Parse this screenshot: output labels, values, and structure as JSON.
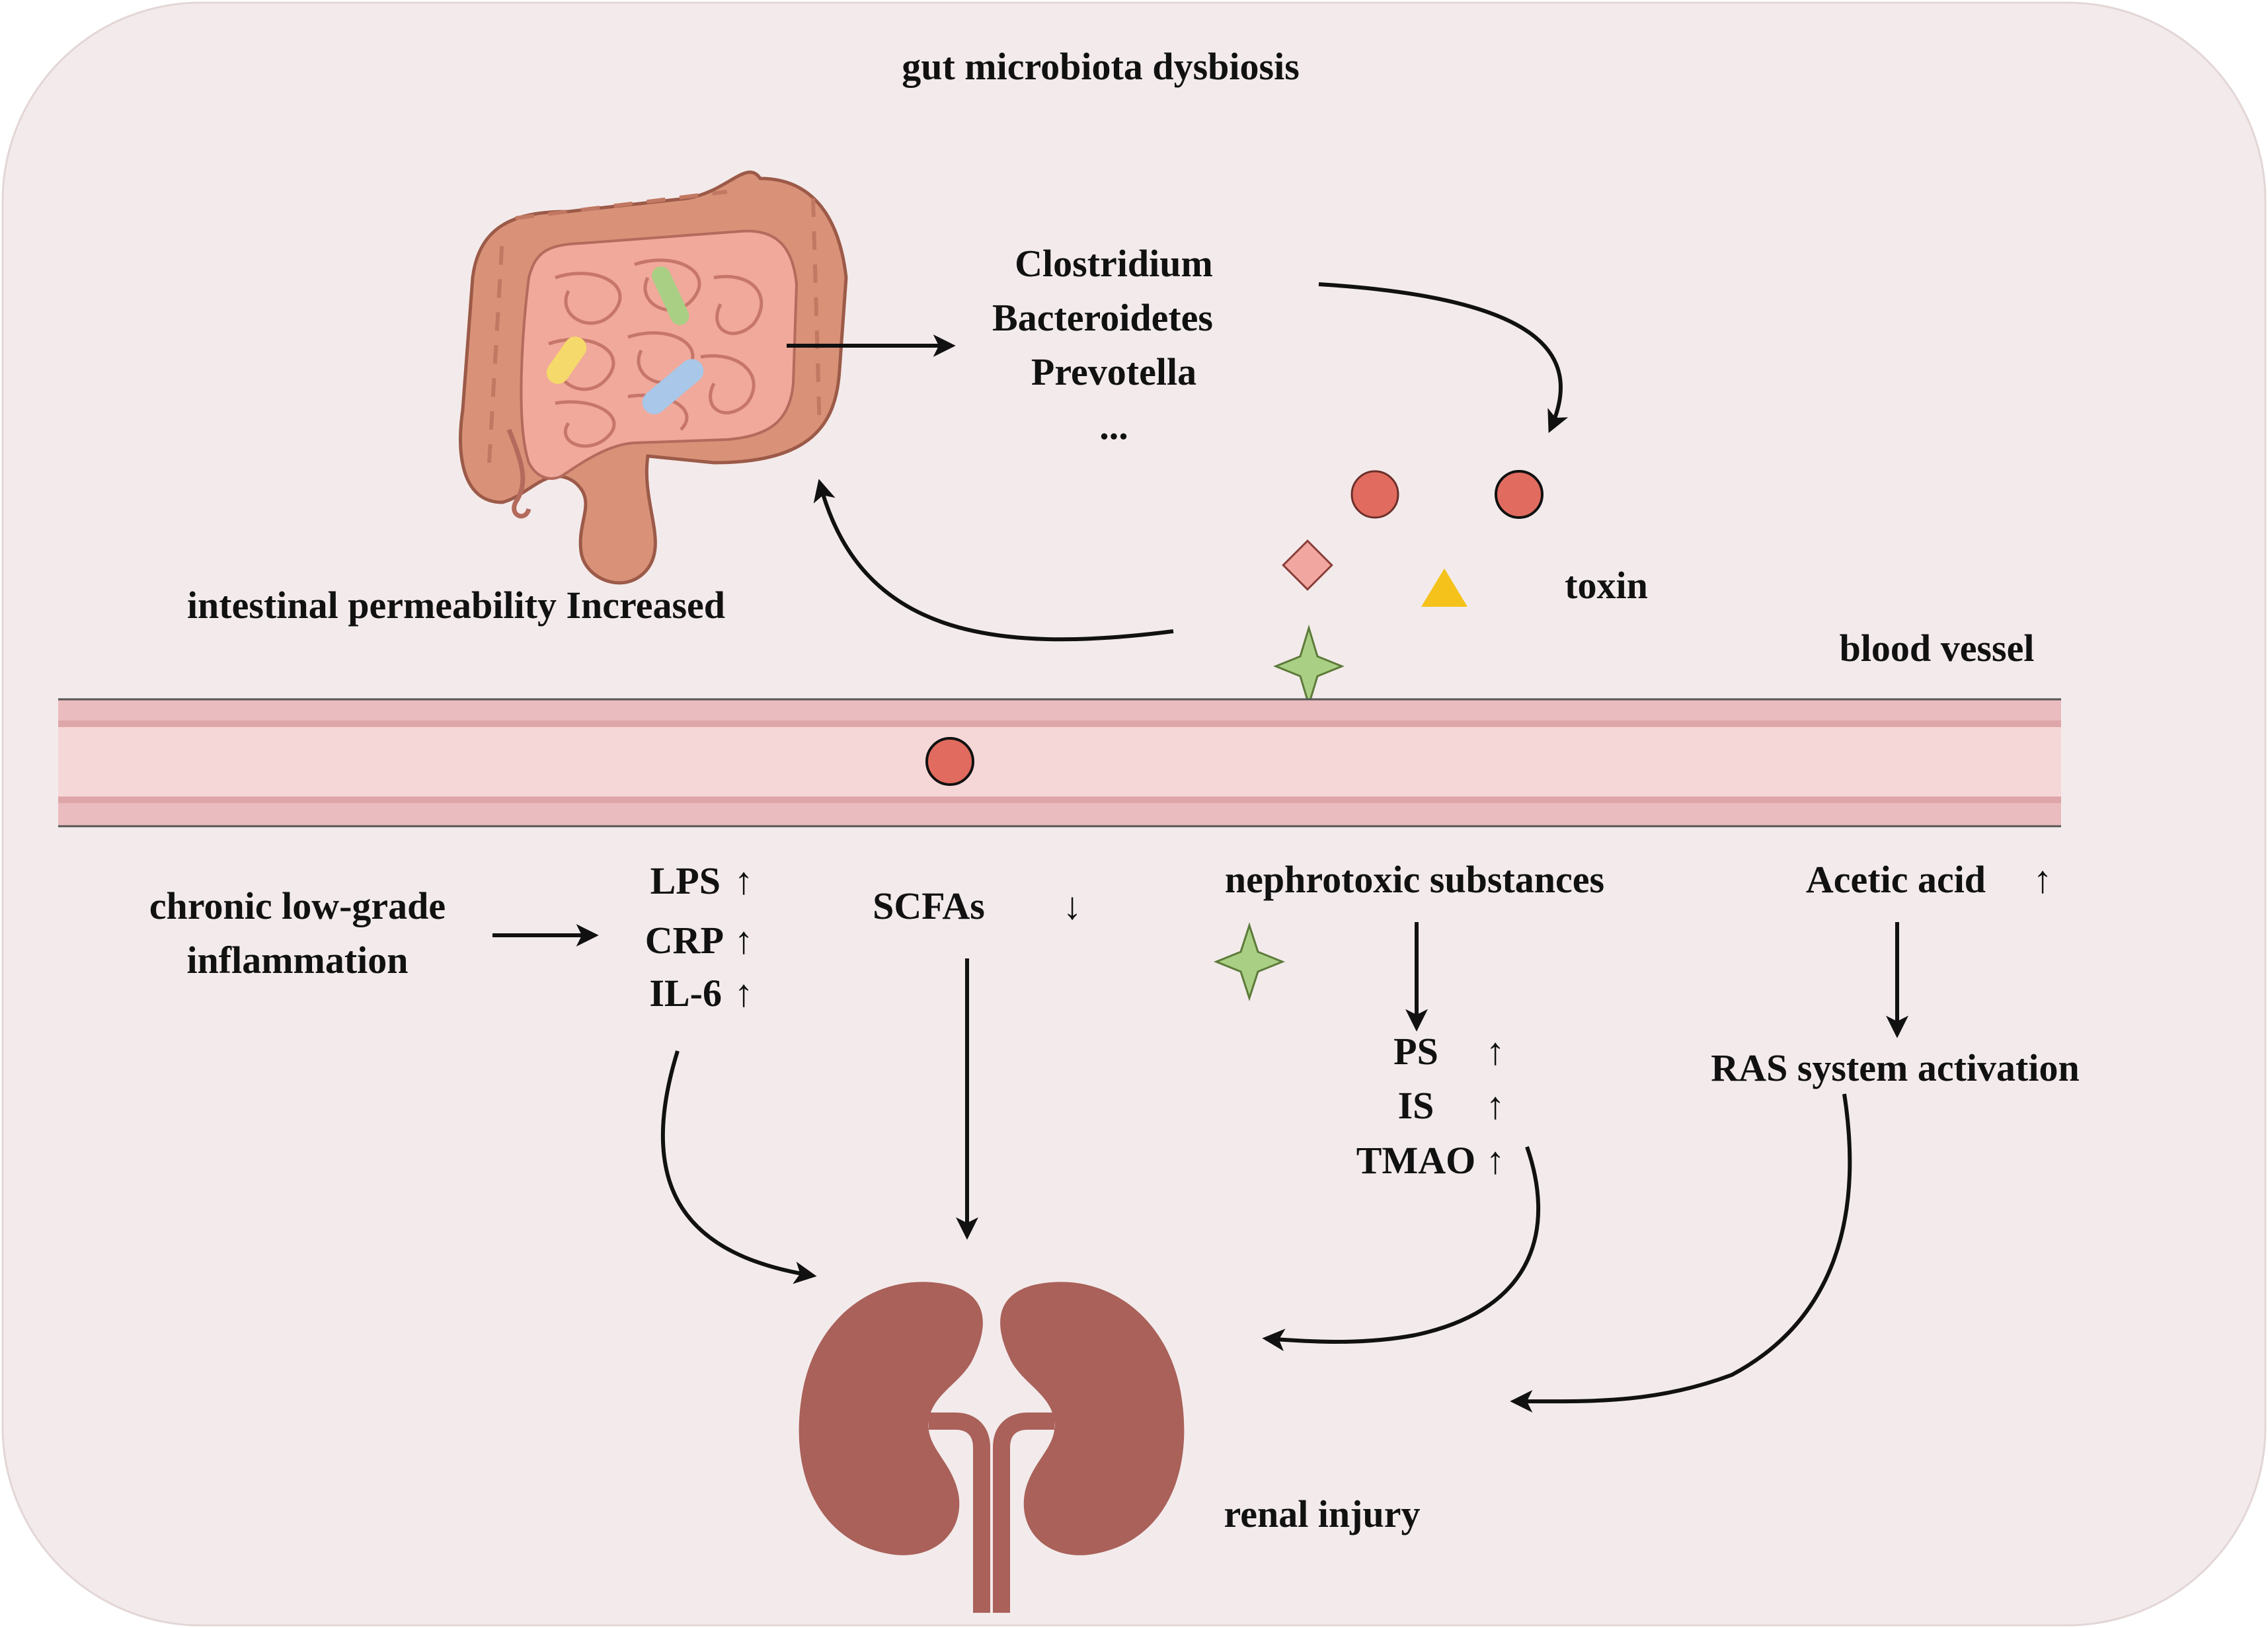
{
  "title": "gut microbiota dysbiosis",
  "bacteria": [
    "Clostridium",
    "Bacteroidetes",
    "Prevotella",
    "..."
  ],
  "labels": {
    "permeability": "intestinal permeability Increased",
    "toxin": "toxin",
    "blood_vessel": "blood vessel",
    "renal_injury": "renal injury"
  },
  "inflammation": {
    "label_line1": "chronic low-grade",
    "label_line2": "inflammation",
    "markers": [
      {
        "name": "LPS",
        "trend": "↑"
      },
      {
        "name": "CRP",
        "trend": "↑"
      },
      {
        "name": "IL-6",
        "trend": "↑"
      }
    ]
  },
  "scfas": {
    "name": "SCFAs",
    "trend": "↓"
  },
  "nephrotoxic": {
    "label": "nephrotoxic substances",
    "items": [
      {
        "name": "PS",
        "trend": "↑"
      },
      {
        "name": "IS",
        "trend": "↑"
      },
      {
        "name": "TMAO",
        "trend": "↑"
      }
    ]
  },
  "acetic": {
    "label": "Acetic acid",
    "trend": "↑",
    "result": "RAS system activation"
  },
  "colors": {
    "background_panel": "#f3ebeb",
    "vessel_outer": "#ebbcbf",
    "vessel_inner": "#f6d7d8",
    "vessel_stripe": "#dfa6aa",
    "toxin_circle": "#e06b5e",
    "toxin_diamond": "#f2a6a0",
    "toxin_triangle": "#f4c21a",
    "star": "#a9cf84",
    "kidney": "#a9615a",
    "intestine_colon": "#d99278",
    "intestine_small": "#f0a99a"
  }
}
